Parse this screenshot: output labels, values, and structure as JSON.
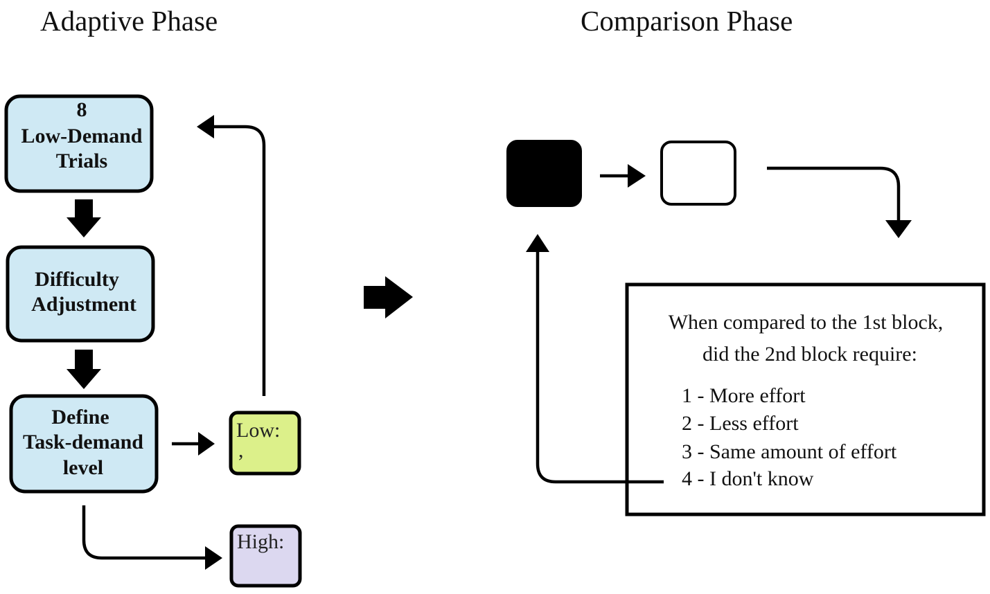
{
  "headings": {
    "adaptive": "Adaptive Phase",
    "comparison": "Comparison Phase"
  },
  "adaptive_phase": {
    "trials_box": [
      "8",
      "Low-Demand",
      "Trials"
    ],
    "adjust_box": [
      "Difficulty",
      "Adjustment"
    ],
    "define_box": [
      "Define",
      "Task-demand",
      "level"
    ],
    "low_label": "Low:",
    "low_subtext": ",",
    "high_label": "High:"
  },
  "comparison_phase": {
    "question_lines": [
      "When compared to the 1st block,",
      "did the 2nd block require:"
    ],
    "options": [
      "1 - More effort",
      "2 - Less effort",
      "3 - Same amount of effort",
      "4 - I don't know"
    ]
  },
  "colors": {
    "process_box": "#cfe9f4",
    "low_box": "#dcf08a",
    "high_box": "#dcd8f0",
    "block_1": "#000000",
    "block_2": "#ffffff"
  }
}
